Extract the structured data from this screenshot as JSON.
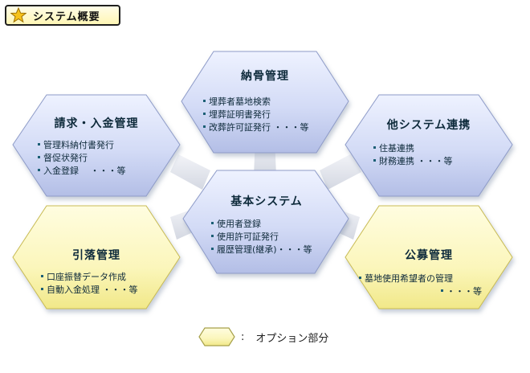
{
  "header": {
    "title": "システム概要",
    "icon": "star-icon"
  },
  "colors": {
    "standard_fill_top": "#eef2ff",
    "standard_fill_bottom": "#b3bee6",
    "option_fill_top": "#fffde0",
    "option_fill_bottom": "#f1e888",
    "text": "#0f2a3a",
    "bullet": "#1d5f75"
  },
  "modules": {
    "nokotsu": {
      "title": "納骨管理",
      "type": "standard",
      "items": [
        "埋葬者墓地検索",
        "埋葬証明書発行",
        "改葬許可証発行 ・・・等"
      ]
    },
    "seikyu": {
      "title": "請求・入金管理",
      "type": "standard",
      "items": [
        "管理料納付書発行",
        "督促状発行",
        "入金登録　 ・・・等"
      ]
    },
    "tasystem": {
      "title": "他システム連携",
      "type": "standard",
      "items": [
        "住基連携",
        "財務連携 ・・・等"
      ]
    },
    "kihon": {
      "title": "基本システム",
      "type": "standard",
      "items": [
        "使用者登録",
        "使用許可証発行",
        "履歴管理(継承)・・・等"
      ]
    },
    "hikiotoshi": {
      "title": "引落管理",
      "type": "option",
      "items": [
        "口座振替データ作成",
        "自動入金処理 ・・・等"
      ]
    },
    "kobo": {
      "title": "公募管理",
      "type": "option",
      "items": [
        "墓地使用希望者の管理",
        "・・・等"
      ]
    }
  },
  "legend": {
    "separator": ":",
    "label": "オプション部分"
  }
}
